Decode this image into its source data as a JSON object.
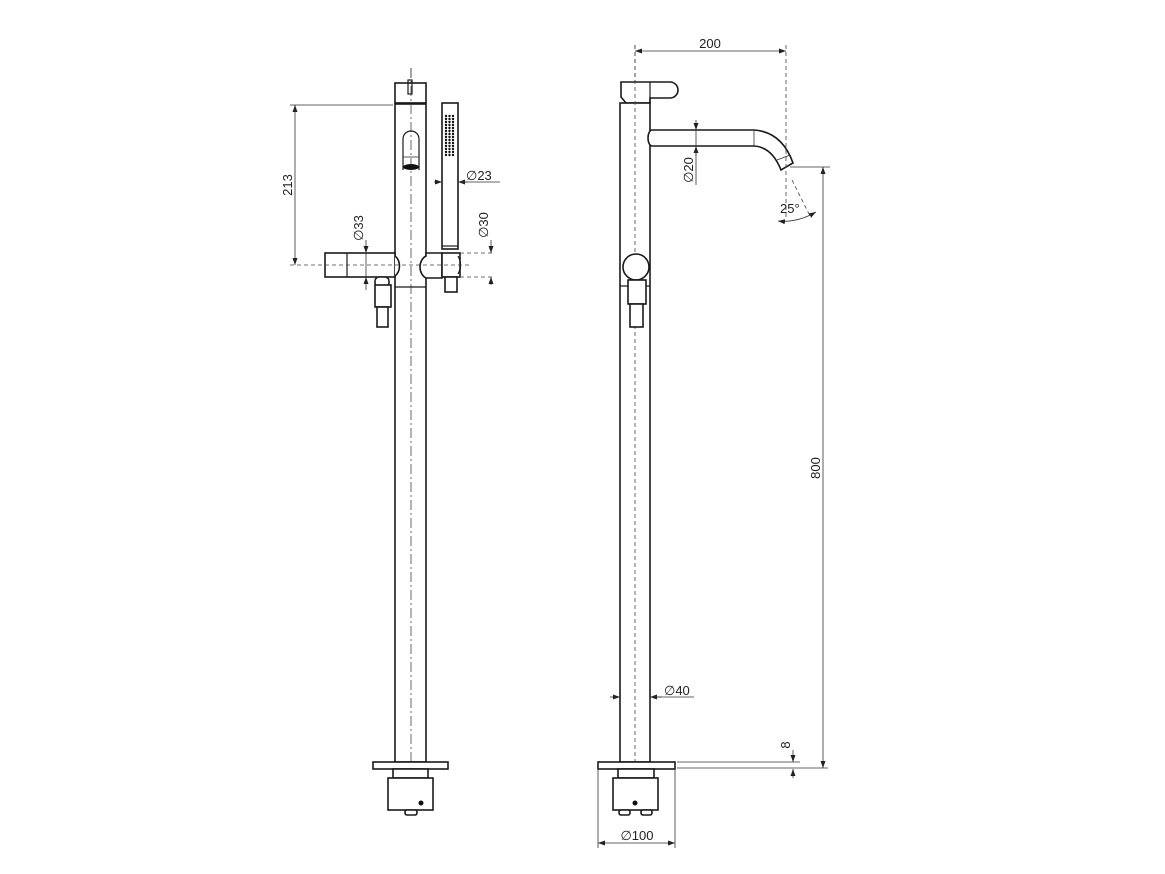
{
  "drawing": {
    "front_view": {
      "dims": {
        "height_213": "213",
        "dia_33": "∅33",
        "dia_23": "∅23",
        "dia_30": "∅30"
      }
    },
    "side_view": {
      "dims": {
        "reach_200": "200",
        "dia_20": "∅20",
        "angle_25": "25°",
        "height_800": "800",
        "dia_40": "∅40",
        "flange_8": "8",
        "dia_100": "∅100"
      }
    },
    "line_color": "#1a1a1a"
  }
}
